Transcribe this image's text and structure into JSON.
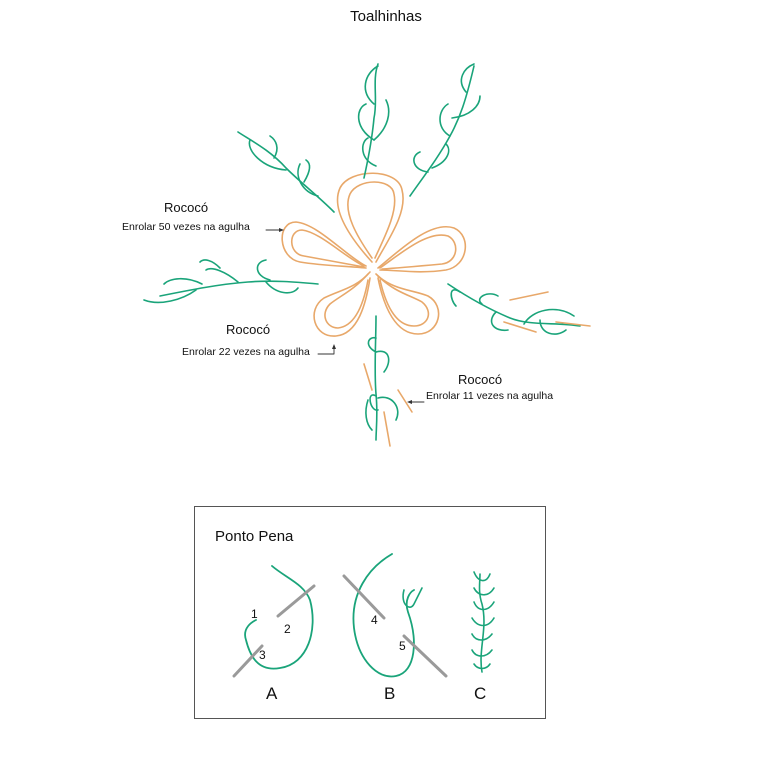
{
  "title": "Toalhinhas",
  "callouts": [
    {
      "title": "Rococó",
      "note": "Enrolar 50 vezes na agulha"
    },
    {
      "title": "Rococó",
      "note": "Enrolar 22 vezes na agulha"
    },
    {
      "title": "Rococó",
      "note": "Enrolar 11 vezes na agulha"
    }
  ],
  "stitch_box": {
    "title": "Ponto Pena",
    "numbers": [
      "1",
      "2",
      "3",
      "4",
      "5"
    ],
    "steps": [
      "A",
      "B",
      "C"
    ]
  },
  "colors": {
    "green": "#1aa47a",
    "orange": "#e8a86a",
    "needle": "#9a9a9a",
    "text": "#111111"
  }
}
